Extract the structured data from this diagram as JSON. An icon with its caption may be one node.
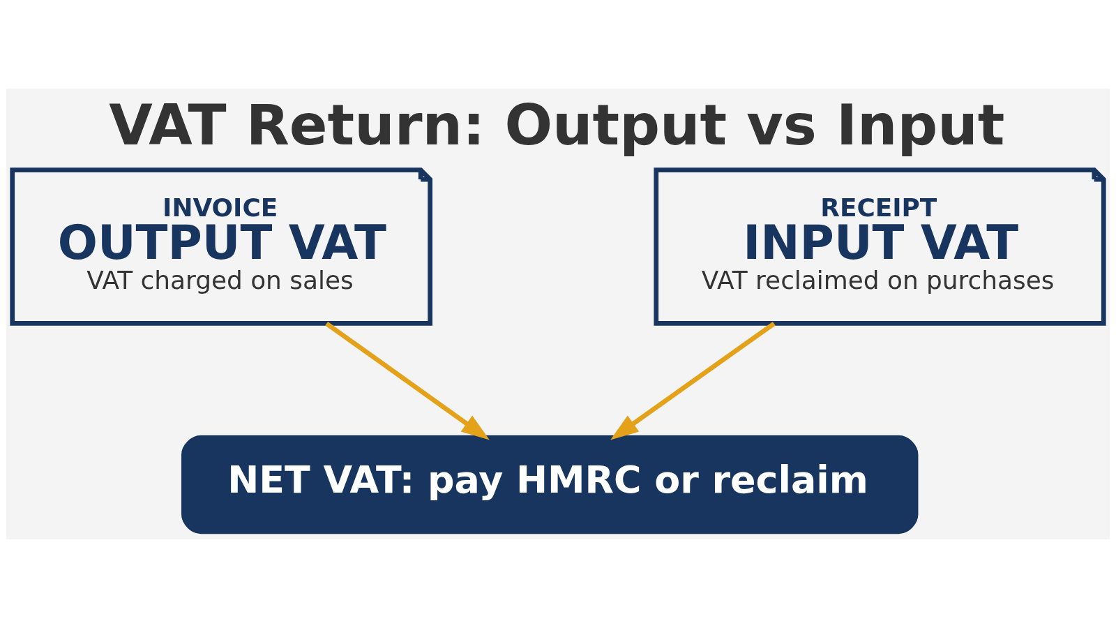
{
  "diagram": {
    "title": "VAT Return: Output vs Input",
    "nodes": [
      {
        "text": [
          "INVOICE",
          "OUTPUT VAT",
          "VAT charged on sales"
        ]
      },
      {
        "text": [
          "RECEIPT",
          "INPUT VAT",
          "VAT reclaimed on purchases"
        ]
      },
      {
        "text": [
          "NET VAT: pay HMRC or reclaim"
        ]
      }
    ],
    "edges": [
      {
        "from": 0,
        "to": 2,
        "arrow": "to",
        "color": "#e3a21a"
      },
      {
        "from": 1,
        "to": 2,
        "arrow": "to",
        "color": "#e3a21a"
      }
    ]
  }
}
